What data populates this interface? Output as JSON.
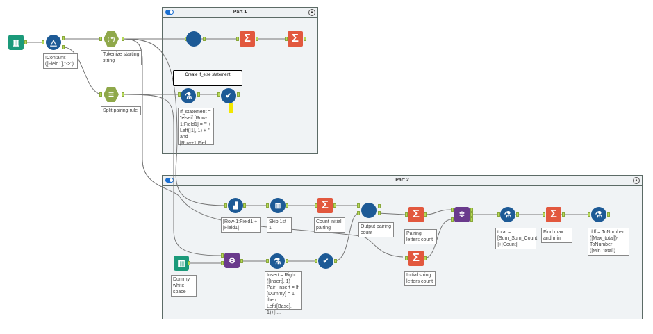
{
  "containers": {
    "part1": {
      "title": "Part 1"
    },
    "part2": {
      "title": "Part 2"
    }
  },
  "tools": {
    "input": {
      "icon": "book-icon"
    },
    "filter": {
      "icon": "filter-icon",
      "label": "!Contains ([Field1],\"->\")"
    },
    "tokenize": {
      "icon": "regex-icon",
      "label": "Tokenize starting string"
    },
    "split": {
      "icon": "text-to-columns-icon",
      "label": "Split pairing rule"
    },
    "p1_record": {
      "icon": "record-id-icon"
    },
    "p1_sum1": {
      "icon": "summarize-icon"
    },
    "p1_sum2": {
      "icon": "summarize-icon"
    },
    "p1_comment": "Create if_else statement",
    "p1_formula": {
      "icon": "formula-icon",
      "label": "If_statement = \"elseif [Row-1:Field1] = '\" + Left([1], 1) + \"' and [Row+1:Fiel..."
    },
    "p1_dynamic": {
      "icon": "dynamic-check-icon"
    },
    "p2_multirow": {
      "icon": "multi-row-formula-icon",
      "label": "[Row-1:Field1]+ [Field1]"
    },
    "p2_skip": {
      "icon": "sample-icon",
      "label": "Skip 1st 1"
    },
    "p2_count_initial": {
      "icon": "summarize-icon",
      "label": "Count initial pairing"
    },
    "p2_output_count": {
      "icon": "macro-output-icon",
      "label": "Output pairing count"
    },
    "p2_pairing_letters": {
      "icon": "summarize-icon",
      "label": "Pairing letters count"
    },
    "p2_join": {
      "icon": "join-multiple-icon"
    },
    "p2_total": {
      "icon": "formula-icon",
      "label": "total = [Sum_Sum_Count ]+[Count]"
    },
    "p2_maxmin": {
      "icon": "summarize-icon",
      "label": "Find max and min"
    },
    "p2_diff": {
      "icon": "formula-icon",
      "label": "diff = ToNumber ([Max_total])- ToNumber ([Min_total])"
    },
    "p2_dummy": {
      "icon": "book-icon",
      "label": "Dummy white space"
    },
    "p2_iterative": {
      "icon": "iterative-macro-icon"
    },
    "p2_formula_insert": {
      "icon": "formula-icon",
      "label": "Insert = Right ([Insert], 1) Pair_Insert = If [Dummy] = 1 then Left([Base], 1)+[I..."
    },
    "p2_dynamic": {
      "icon": "dynamic-check-icon"
    },
    "p2_initial_letters": {
      "icon": "summarize-icon",
      "label": "Initial string letters count"
    }
  },
  "glyphs": {
    "sigma": "Σ",
    "regex": "(.*)",
    "collapse": "▲",
    "check": "✔"
  }
}
